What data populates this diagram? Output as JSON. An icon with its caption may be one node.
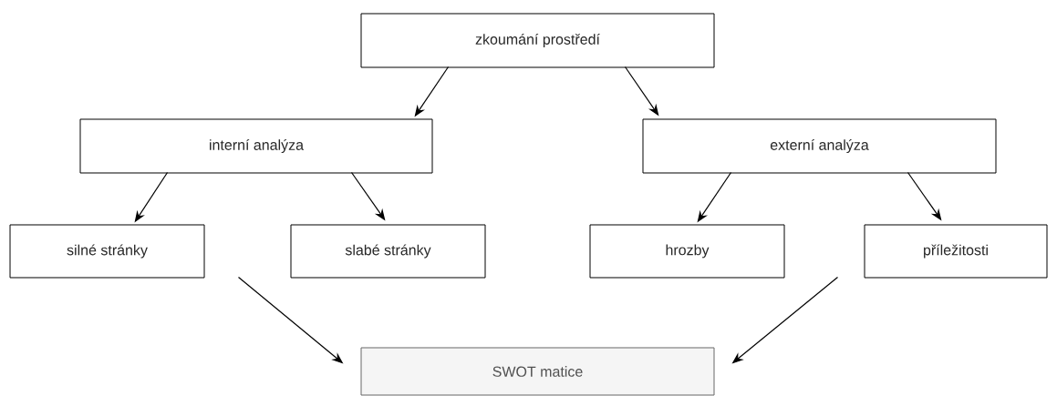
{
  "diagram": {
    "nodes": [
      {
        "text": [
          "zkoumání prostředí"
        ]
      },
      {
        "text": [
          "interní analýza"
        ]
      },
      {
        "text": [
          "externí analýza"
        ]
      },
      {
        "text": [
          "silné stránky"
        ]
      },
      {
        "text": [
          "slabé stránky"
        ]
      },
      {
        "text": [
          "hrozby"
        ]
      },
      {
        "text": [
          "příležitosti"
        ]
      },
      {
        "text": [
          "SWOT matice"
        ]
      }
    ],
    "edges": [
      {
        "from": 0,
        "to": 1,
        "arrow": "to"
      },
      {
        "from": 0,
        "to": 2,
        "arrow": "to"
      },
      {
        "from": 1,
        "to": 3,
        "arrow": "to"
      },
      {
        "from": 1,
        "to": 4,
        "arrow": "to"
      },
      {
        "from": 2,
        "to": 5,
        "arrow": "to"
      },
      {
        "from": 2,
        "to": 6,
        "arrow": "to"
      },
      {
        "from": 3,
        "to": 7,
        "arrow": "to"
      },
      {
        "from": 6,
        "to": 7,
        "arrow": "to"
      }
    ]
  }
}
